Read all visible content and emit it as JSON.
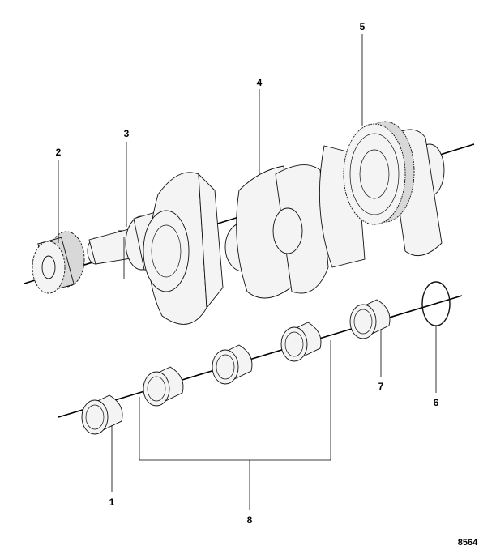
{
  "diagram": {
    "callouts": {
      "c1": "1",
      "c2": "2",
      "c3": "3",
      "c4": "4",
      "c5": "5",
      "c6": "6",
      "c7": "7",
      "c8": "8"
    },
    "figure_number": "8564"
  }
}
